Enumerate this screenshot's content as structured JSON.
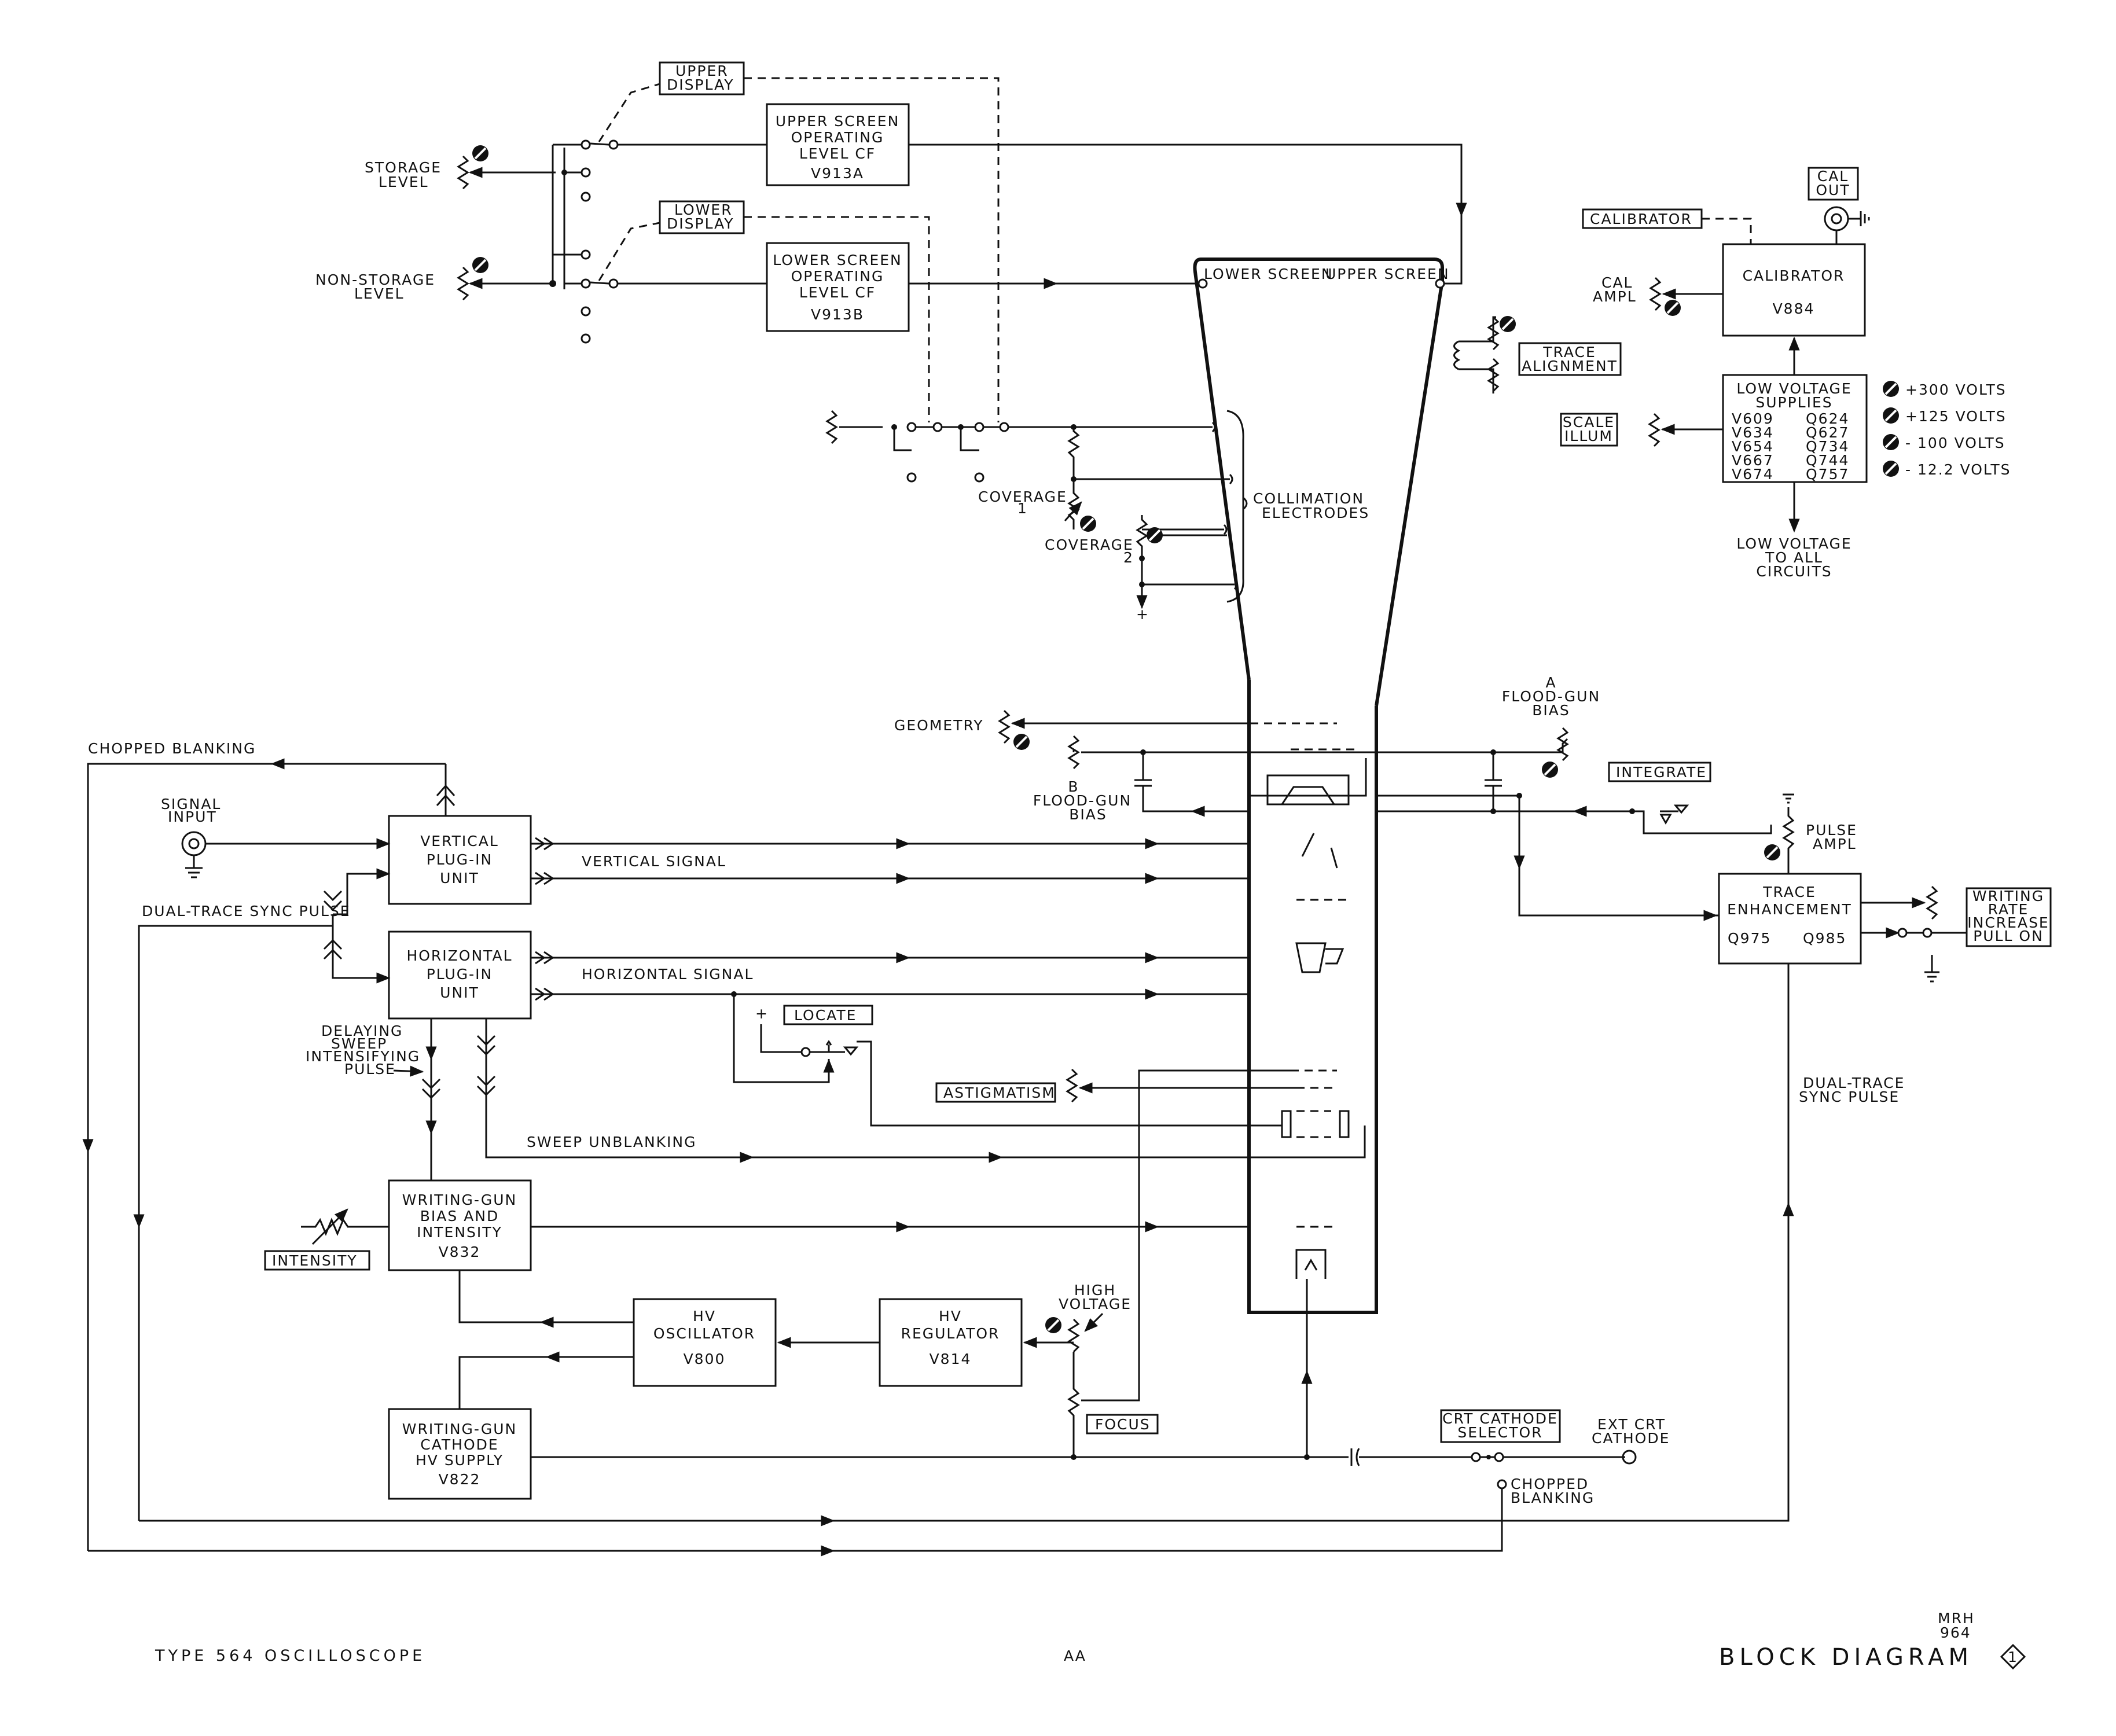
{
  "blocks": {
    "upper_cf": [
      "UPPER SCREEN",
      "OPERATING",
      "LEVEL CF",
      "V913A"
    ],
    "lower_cf": [
      "LOWER SCREEN",
      "OPERATING",
      "LEVEL CF",
      "V913B"
    ],
    "calibrator": [
      "CALIBRATOR",
      "V884"
    ],
    "lv_supplies_title": [
      "LOW VOLTAGE",
      "SUPPLIES"
    ],
    "lv_supplies_parts": [
      [
        "V609",
        "Q624"
      ],
      [
        "V634",
        "Q627"
      ],
      [
        "V654",
        "Q734"
      ],
      [
        "V667",
        "Q744"
      ],
      [
        "V674",
        "Q757"
      ]
    ],
    "vertical": [
      "VERTICAL",
      "PLUG-IN",
      "UNIT"
    ],
    "horizontal": [
      "HORIZONTAL",
      "PLUG-IN",
      "UNIT"
    ],
    "trace_enh": [
      "TRACE",
      "ENHANCEMENT",
      "Q975",
      "Q985"
    ],
    "writing_bias": [
      "WRITING-GUN",
      "BIAS AND",
      "INTENSITY",
      "V832"
    ],
    "hv_osc": [
      "HV",
      "OSCILLATOR",
      "V800"
    ],
    "hv_reg": [
      "HV",
      "REGULATOR",
      "V814"
    ],
    "writing_cathode": [
      "WRITING-GUN",
      "CATHODE",
      "HV SUPPLY",
      "V822"
    ]
  },
  "panel_labels": {
    "upper_display": [
      "UPPER",
      "DISPLAY"
    ],
    "lower_display": [
      "LOWER",
      "DISPLAY"
    ],
    "calibrator": "CALIBRATOR",
    "cal_out": [
      "CAL",
      "OUT"
    ],
    "trace_alignment": [
      "TRACE",
      "ALIGNMENT"
    ],
    "scale_illum": [
      "SCALE",
      "ILLUM"
    ],
    "integrate": "INTEGRATE",
    "locate": "LOCATE",
    "astigmatism": "ASTIGMATISM",
    "intensity": "INTENSITY",
    "focus": "FOCUS",
    "crt_cathode_selector": [
      "CRT CATHODE",
      "SELECTOR"
    ]
  },
  "labels": {
    "storage_level": [
      "STORAGE",
      "LEVEL"
    ],
    "non_storage_level": [
      "NON-STORAGE",
      "LEVEL"
    ],
    "lower_screen": "LOWER SCREEN",
    "upper_screen": "UPPER SCREEN",
    "cal_ampl": [
      "CAL",
      "AMPL"
    ],
    "voltages": [
      "+300 VOLTS",
      "+125 VOLTS",
      "- 100 VOLTS",
      "- 12.2 VOLTS"
    ],
    "low_voltage_all": [
      "LOW VOLTAGE",
      "TO ALL",
      "CIRCUITS"
    ],
    "coverage1": [
      "COVERAGE",
      "1"
    ],
    "coverage2": [
      "COVERAGE",
      "2"
    ],
    "collimation": [
      "COLLIMATION",
      "ELECTRODES"
    ],
    "chopped_blanking_top": "CHOPPED BLANKING",
    "signal_input": [
      "SIGNAL",
      "INPUT"
    ],
    "geometry": "GEOMETRY",
    "flood_a": [
      "A",
      "FLOOD-GUN",
      "BIAS"
    ],
    "flood_b": [
      "B",
      "FLOOD-GUN",
      "BIAS"
    ],
    "pulse_ampl": [
      "PULSE",
      "AMPL"
    ],
    "vertical_signal": "VERTICAL SIGNAL",
    "horizontal_signal": "HORIZONTAL SIGNAL",
    "dual_trace_left": "DUAL-TRACE SYNC PULSE",
    "writing_rate": [
      "WRITING",
      "RATE",
      "INCREASE",
      "PULL ON"
    ],
    "delaying_sweep": [
      "DELAYING",
      "SWEEP",
      "INTENSIFYING",
      "PULSE"
    ],
    "dual_trace_right": [
      "DUAL-TRACE",
      "SYNC PULSE"
    ],
    "sweep_unblanking": "SWEEP UNBLANKING",
    "high_voltage": [
      "HIGH",
      "VOLTAGE"
    ],
    "ext_crt": [
      "EXT CRT",
      "CATHODE"
    ],
    "chopped_blanking_bottom": [
      "CHOPPED",
      "BLANKING"
    ],
    "plus": "+"
  },
  "footer": {
    "left": "TYPE 564 OSCILLOSCOPE",
    "center": "AA",
    "mrh": [
      "MRH",
      "964"
    ],
    "title": "BLOCK DIAGRAM",
    "badge": "1"
  }
}
